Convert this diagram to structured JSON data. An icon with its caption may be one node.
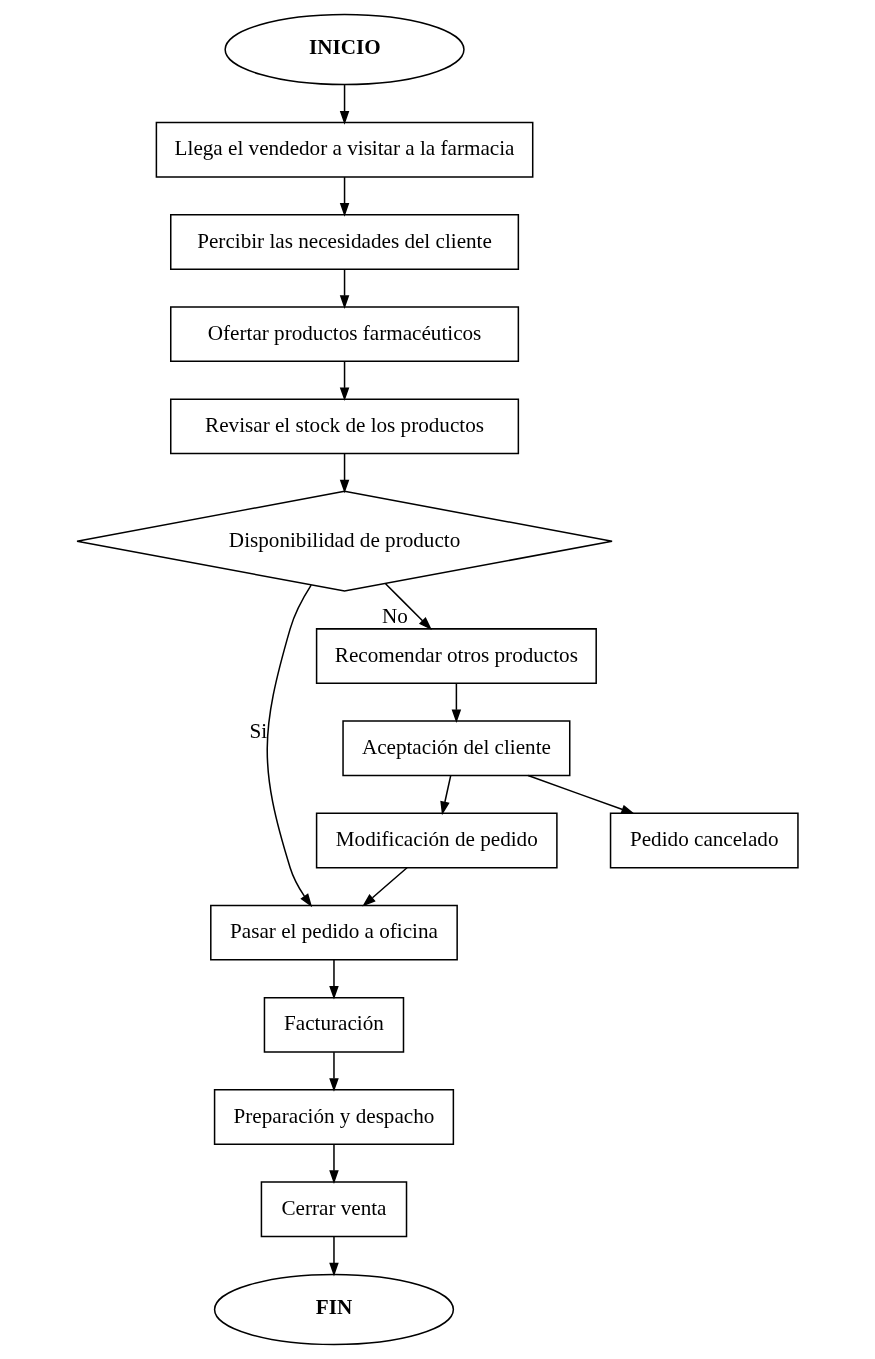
{
  "diagram": {
    "nodes": [
      {
        "text": [
          "INICIO"
        ]
      },
      {
        "text": [
          "Llega el vendedor a visitar a la farmacia"
        ]
      },
      {
        "text": [
          "Percibir las necesidades del cliente"
        ]
      },
      {
        "text": [
          "Ofertar productos farmacéuticos"
        ]
      },
      {
        "text": [
          "Revisar el stock de los productos"
        ]
      },
      {
        "text": [
          "Disponibilidad de producto"
        ]
      },
      {
        "text": [
          "Pasar el pedido a oficina"
        ]
      },
      {
        "text": [
          "Recomendar otros productos"
        ]
      },
      {
        "text": [
          "Facturación"
        ]
      },
      {
        "text": [
          "Aceptación del cliente"
        ]
      },
      {
        "text": [
          "Preparación y despacho"
        ]
      },
      {
        "text": [
          "Modificación de pedido"
        ]
      },
      {
        "text": [
          "Pedido cancelado"
        ]
      },
      {
        "text": [
          "Cerrar venta"
        ]
      },
      {
        "text": [
          "FIN"
        ]
      }
    ],
    "edges": [
      {
        "from": 0,
        "to": 1,
        "arrow": "to"
      },
      {
        "from": 1,
        "to": 2,
        "arrow": "to"
      },
      {
        "from": 2,
        "to": 3,
        "arrow": "to"
      },
      {
        "from": 3,
        "to": 4,
        "arrow": "to"
      },
      {
        "from": 4,
        "to": 5,
        "arrow": "to"
      },
      {
        "from": 5,
        "to": 6,
        "arrow": "to",
        "label": "Si"
      },
      {
        "from": 5,
        "to": 7,
        "arrow": "to",
        "label": "No"
      },
      {
        "from": 6,
        "to": 8,
        "arrow": "to"
      },
      {
        "from": 8,
        "to": 10,
        "arrow": "to"
      },
      {
        "from": 10,
        "to": 13,
        "arrow": "to"
      },
      {
        "from": 13,
        "to": 14,
        "arrow": "to"
      },
      {
        "from": 7,
        "to": 9,
        "arrow": "to"
      },
      {
        "from": 9,
        "to": 11,
        "arrow": "to"
      },
      {
        "from": 9,
        "to": 12,
        "arrow": "to"
      },
      {
        "from": 11,
        "to": 6,
        "arrow": "to"
      }
    ]
  }
}
